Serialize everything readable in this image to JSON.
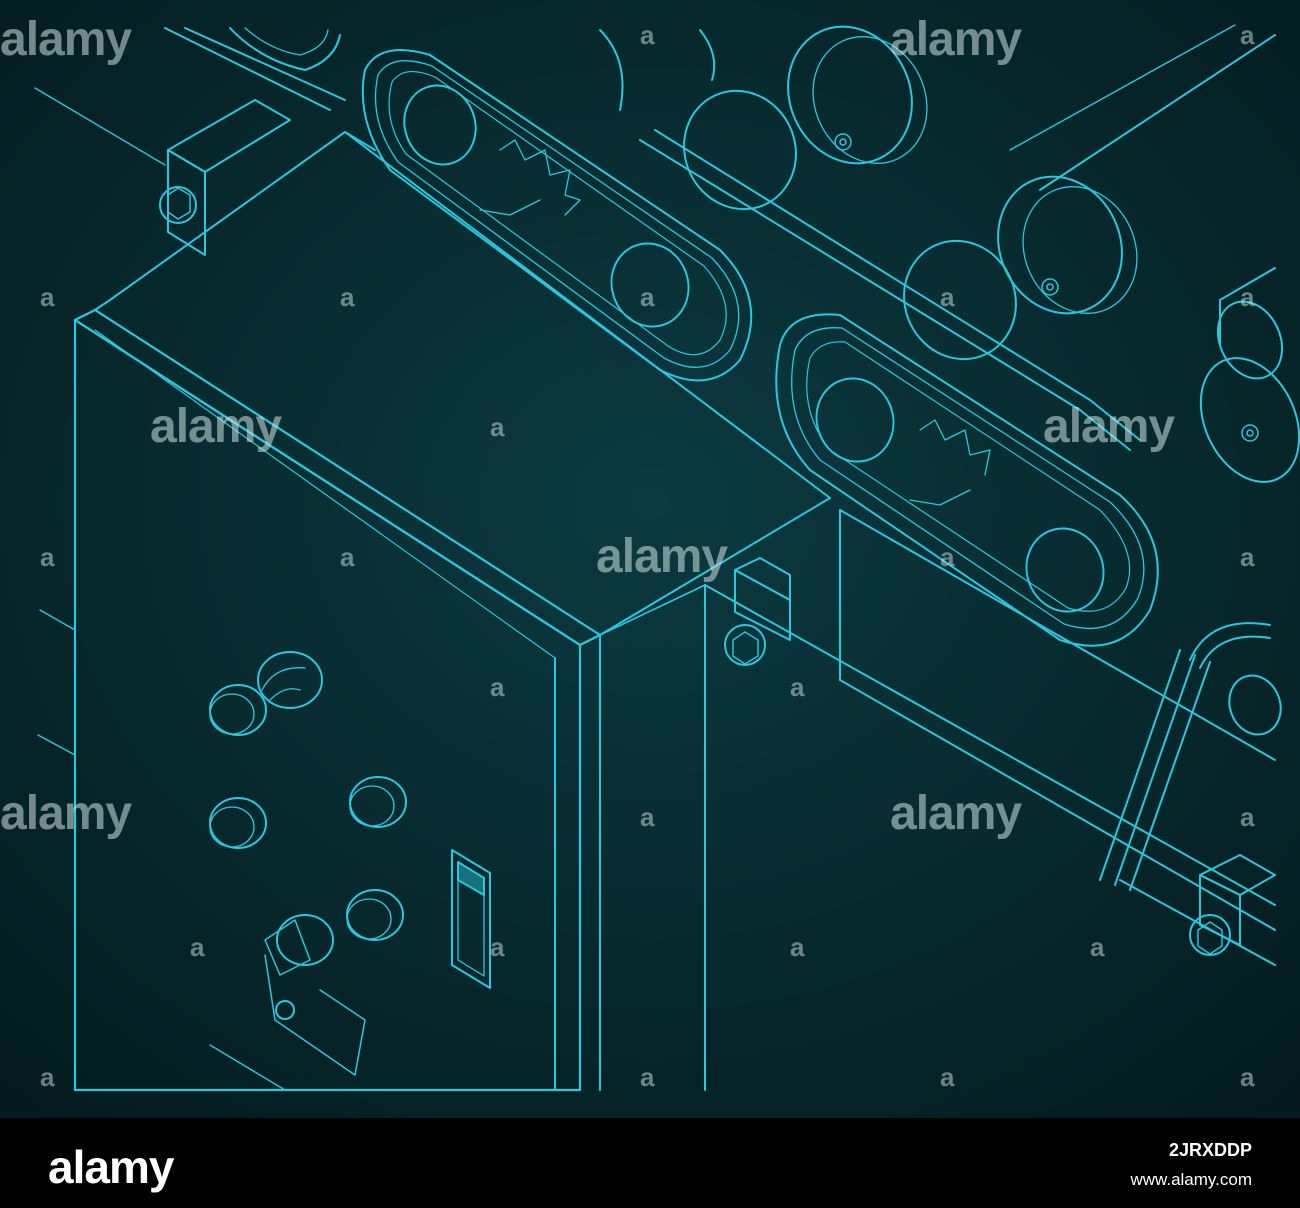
{
  "watermark": {
    "brand": "alamy",
    "letter": "a"
  },
  "footer": {
    "logo": "alamy",
    "image_id": "2JRXDDP",
    "url": "www.alamy.com"
  },
  "colors": {
    "background": "#052428",
    "line": "#27c8e0",
    "footer": "#000000"
  },
  "drawing": {
    "subject": "isometric blueprint of control box and belt-driven roller conveyor"
  }
}
